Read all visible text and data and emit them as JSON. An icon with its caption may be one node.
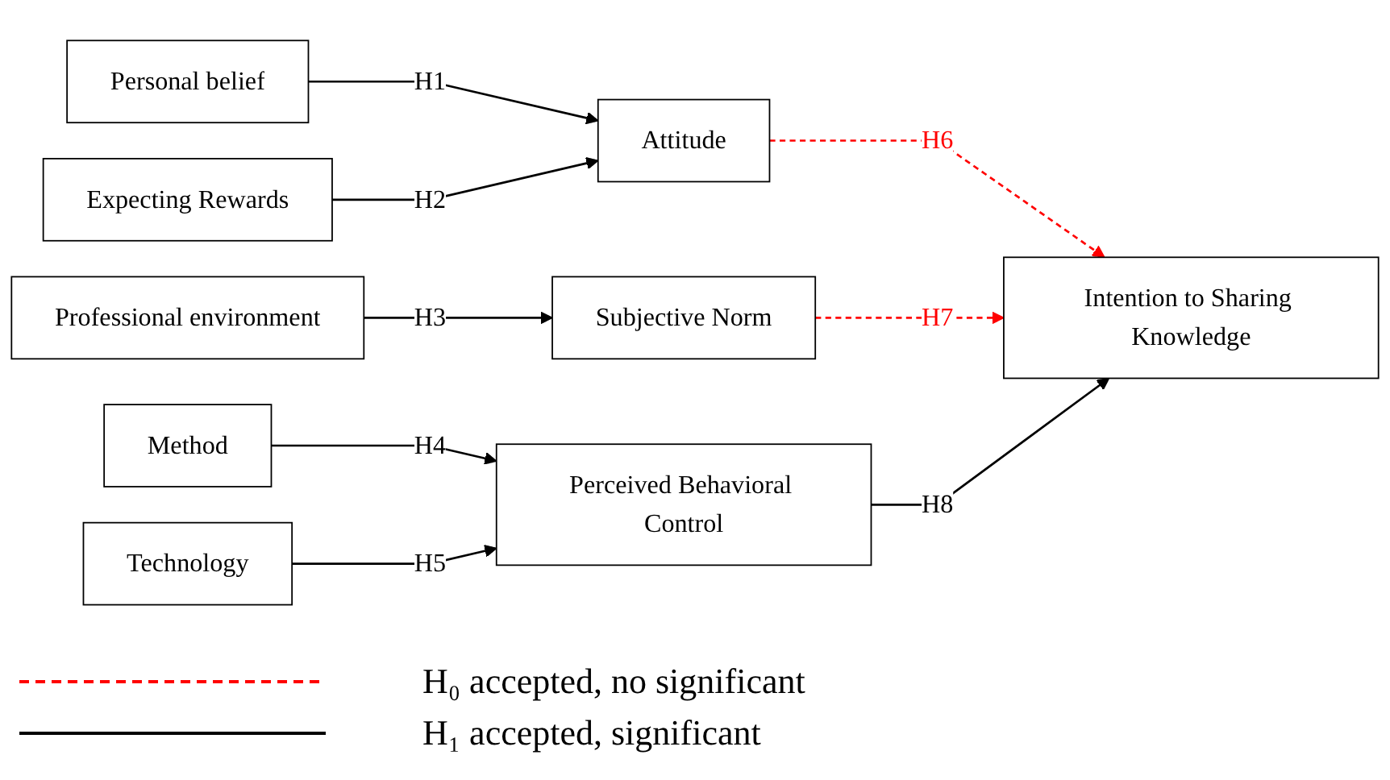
{
  "diagram": {
    "nodes": [
      {
        "text": [
          "Personal belief"
        ]
      },
      {
        "text": [
          "Expecting Rewards"
        ]
      },
      {
        "text": [
          "Professional environment"
        ]
      },
      {
        "text": [
          "Method"
        ]
      },
      {
        "text": [
          "Technology"
        ]
      },
      {
        "text": [
          "Attitude"
        ]
      },
      {
        "text": [
          "Subjective Norm"
        ]
      },
      {
        "text": [
          "Perceived Behavioral Control"
        ]
      },
      {
        "text": [
          "Intention to Sharing Knowledge"
        ]
      }
    ],
    "edges": [
      {
        "from": 0,
        "to": 5,
        "arrow": "to",
        "label": "H1"
      },
      {
        "from": 1,
        "to": 5,
        "arrow": "to",
        "label": "H2"
      },
      {
        "from": 2,
        "to": 6,
        "arrow": "to",
        "label": "H3"
      },
      {
        "from": 3,
        "to": 7,
        "arrow": "to",
        "label": "H4"
      },
      {
        "from": 4,
        "to": 7,
        "arrow": "to",
        "label": "H5"
      },
      {
        "from": 5,
        "to": 8,
        "arrow": "to",
        "label": "H6",
        "style": "dashed",
        "color": "#ff0000"
      },
      {
        "from": 6,
        "to": 8,
        "arrow": "to",
        "label": "H7",
        "style": "dashed",
        "color": "#ff0000"
      },
      {
        "from": 7,
        "to": 8,
        "arrow": "to",
        "label": "H8"
      }
    ],
    "legend": [
      {
        "text": "H₀ accepted, no significant"
      },
      {
        "text": "H₁ accepted, significant"
      }
    ]
  }
}
